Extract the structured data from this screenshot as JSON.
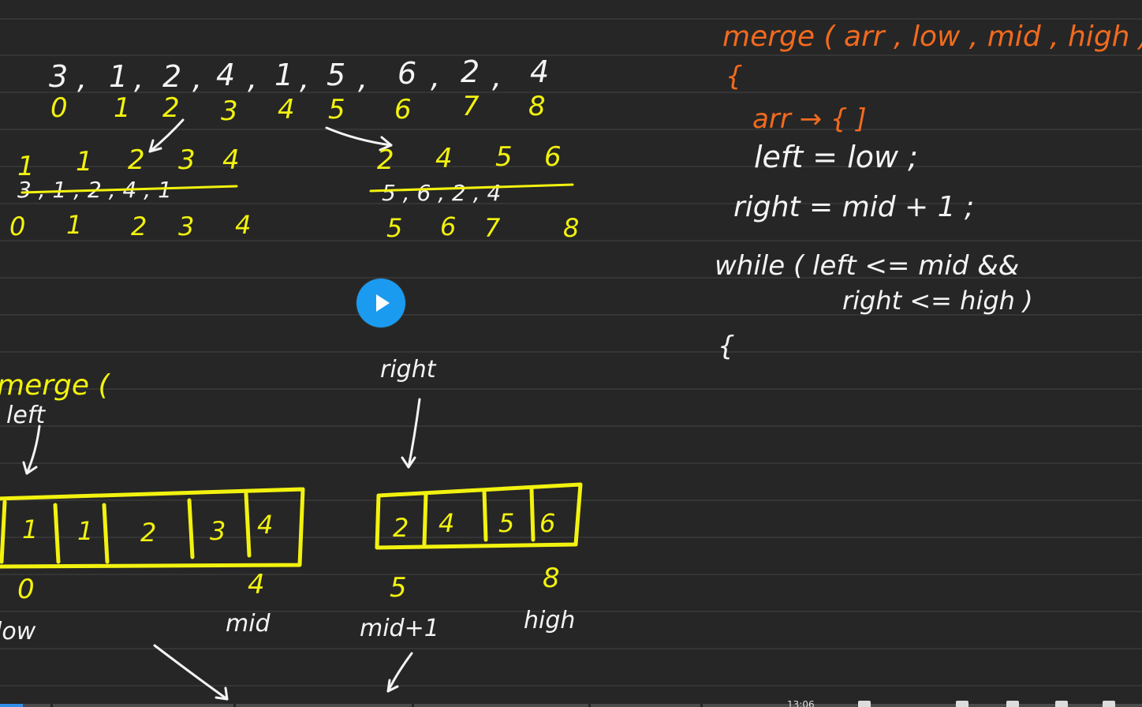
{
  "board": {
    "array_values": [
      "3",
      ",",
      "1",
      ",",
      "2",
      ",",
      "4",
      ",",
      "1",
      ",",
      "5",
      ",",
      "6",
      ",",
      "2",
      ",",
      "4"
    ],
    "array_indices": [
      "0",
      "1",
      "2",
      "3",
      "4",
      "5",
      "6",
      "7",
      "8"
    ],
    "left_sorted": [
      "1",
      "1",
      "2",
      "3",
      "4"
    ],
    "left_struck": "3 , 1 , 2 , 4 , 1",
    "left_indices": [
      "0",
      "1",
      "2",
      "3",
      "4"
    ],
    "right_sorted": [
      "2",
      "4",
      "5",
      "6"
    ],
    "right_struck": "5 , 6 , 2 , 4",
    "right_indices": [
      "5",
      "6",
      "7",
      "8"
    ],
    "merge_label": "merge (",
    "left_label": "left",
    "right_label": "right",
    "left_box_cells": [
      "1",
      "1",
      "2",
      "3",
      "4"
    ],
    "right_box_cells": [
      "2",
      "4",
      "5",
      "6"
    ],
    "box_left_start": "0",
    "box_left_end": "4",
    "box_right_start": "5",
    "box_right_end": "8",
    "low_label": "low",
    "mid_label": "mid",
    "mid1_label": "mid+1",
    "high_label": "high"
  },
  "code": {
    "signature": "merge ( arr , low , mid , high )",
    "open_brace": "{",
    "arr_line": "arr → { ]",
    "left_line": "left = low ;",
    "right_line": "right = mid + 1 ;",
    "while_line": "while ( left <= mid &&",
    "while_cont": "right <= high )",
    "brace2": "{"
  },
  "player": {
    "time": "13:06",
    "progress": 0.02
  },
  "colors": {
    "background": "#262626",
    "yellow_ink": "#f2f20f",
    "white_ink": "#f4f4f4",
    "orange_ink": "#f26a1e",
    "play_accent": "#1a9bf0",
    "progress_accent": "#2f8fe8"
  }
}
